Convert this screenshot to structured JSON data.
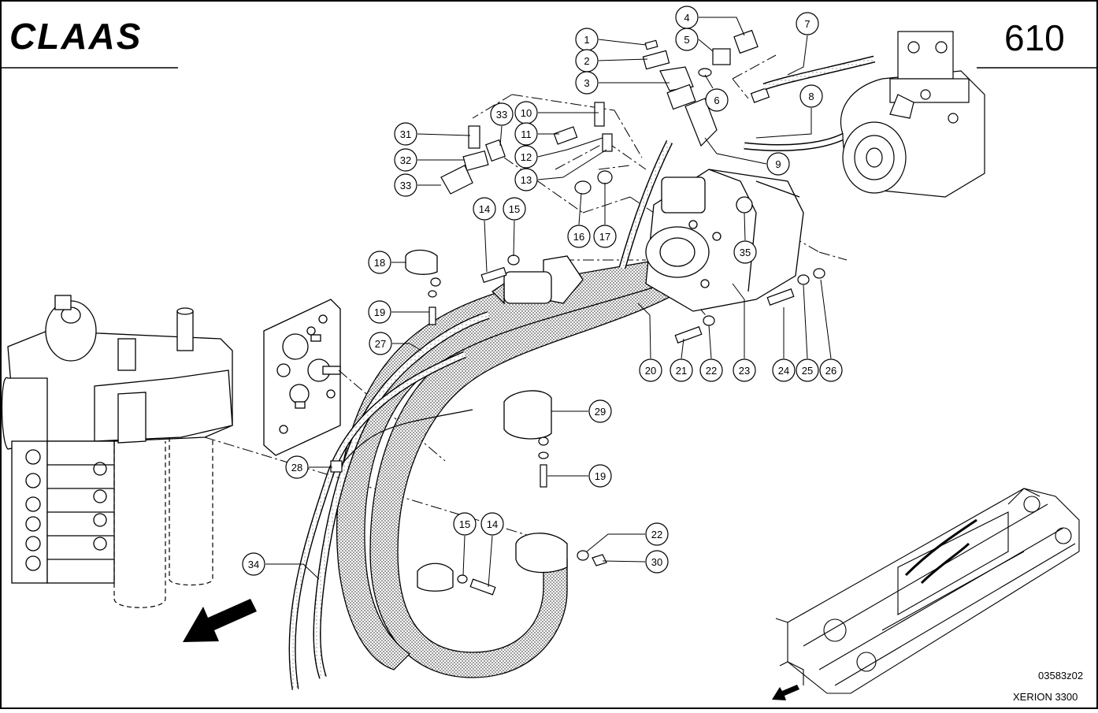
{
  "header": {
    "brand_logo_text": "CLAAS",
    "page_number": "610"
  },
  "footer": {
    "drawing_code": "03583z02",
    "model": "XERION 3300"
  },
  "callouts": [
    "1",
    "2",
    "3",
    "4",
    "5",
    "6",
    "7",
    "8",
    "9",
    "10",
    "11",
    "12",
    "13",
    "14",
    "15",
    "16",
    "17",
    "18",
    "19",
    "20",
    "21",
    "22",
    "23",
    "24",
    "25",
    "26",
    "27",
    "28",
    "29",
    "30",
    "31",
    "32",
    "33",
    "34",
    "35"
  ],
  "callout_extra": {
    "19_second": "19",
    "33_second": "33",
    "14_second": "14",
    "15_second": "15",
    "22_second": "22"
  },
  "icons": {
    "direction_arrow_main": "arrow-forward-left-icon",
    "direction_arrow_minimap": "arrow-forward-left-icon"
  }
}
